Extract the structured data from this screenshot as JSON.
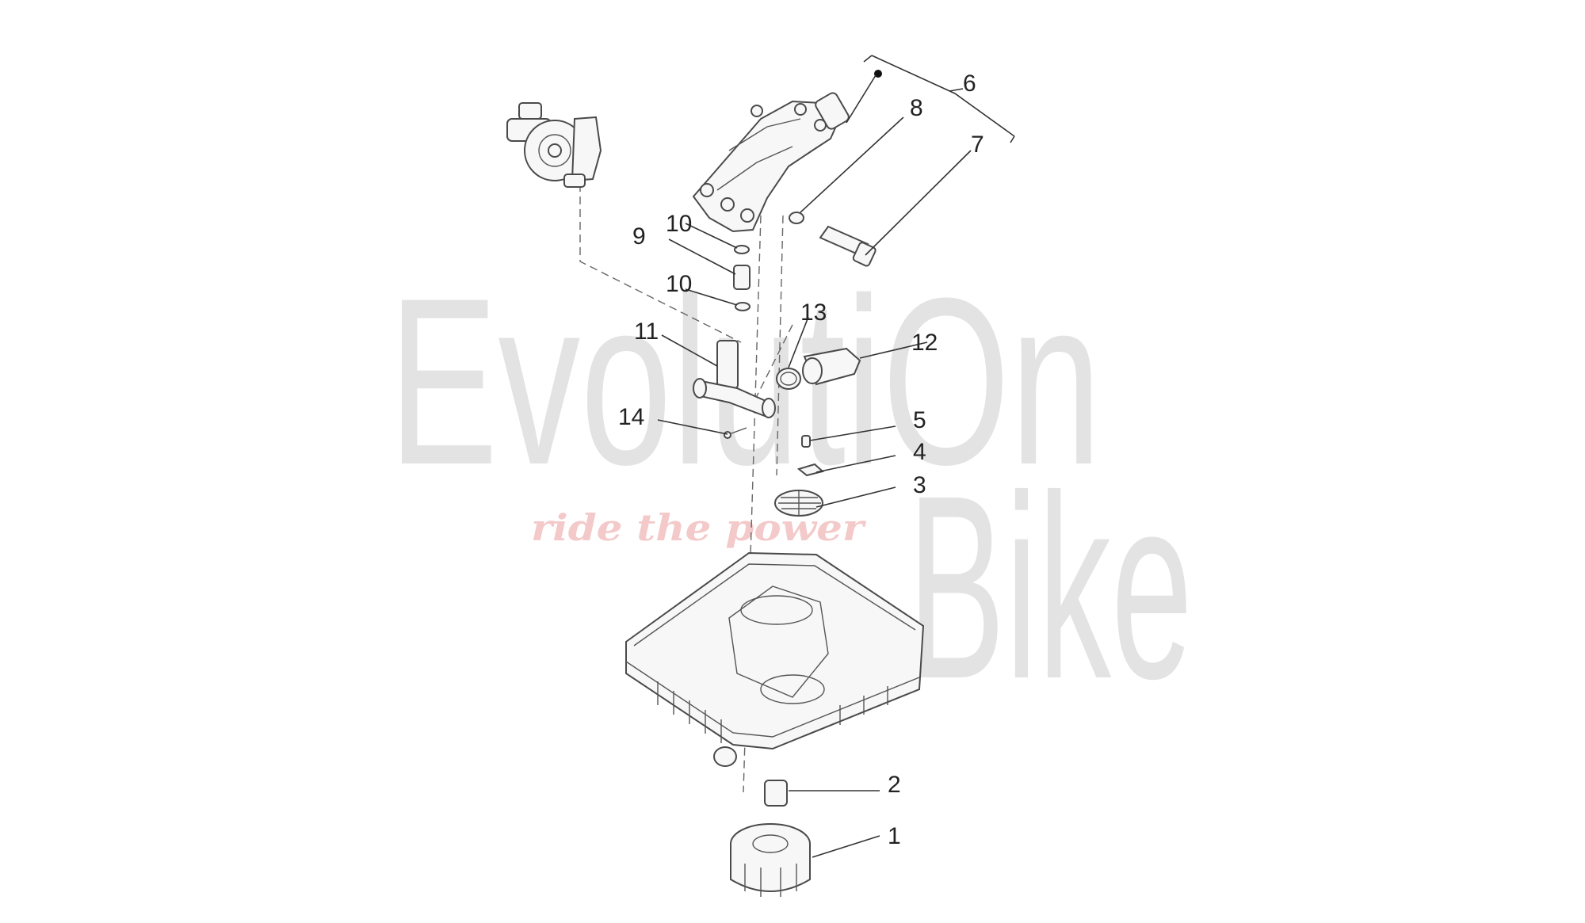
{
  "watermark": {
    "brand_line1": "EvolutiOn",
    "brand_line2": "Bike",
    "tagline": "ride the power"
  },
  "callouts": [
    {
      "id": "1",
      "label": "1"
    },
    {
      "id": "2",
      "label": "2"
    },
    {
      "id": "3",
      "label": "3"
    },
    {
      "id": "4",
      "label": "4"
    },
    {
      "id": "5",
      "label": "5"
    },
    {
      "id": "6",
      "label": "6"
    },
    {
      "id": "7",
      "label": "7"
    },
    {
      "id": "8",
      "label": "8"
    },
    {
      "id": "9",
      "label": "9"
    },
    {
      "id": "10a",
      "label": "10"
    },
    {
      "id": "10b",
      "label": "10"
    },
    {
      "id": "11",
      "label": "11"
    },
    {
      "id": "12",
      "label": "12"
    },
    {
      "id": "13",
      "label": "13"
    },
    {
      "id": "14",
      "label": "14"
    }
  ]
}
